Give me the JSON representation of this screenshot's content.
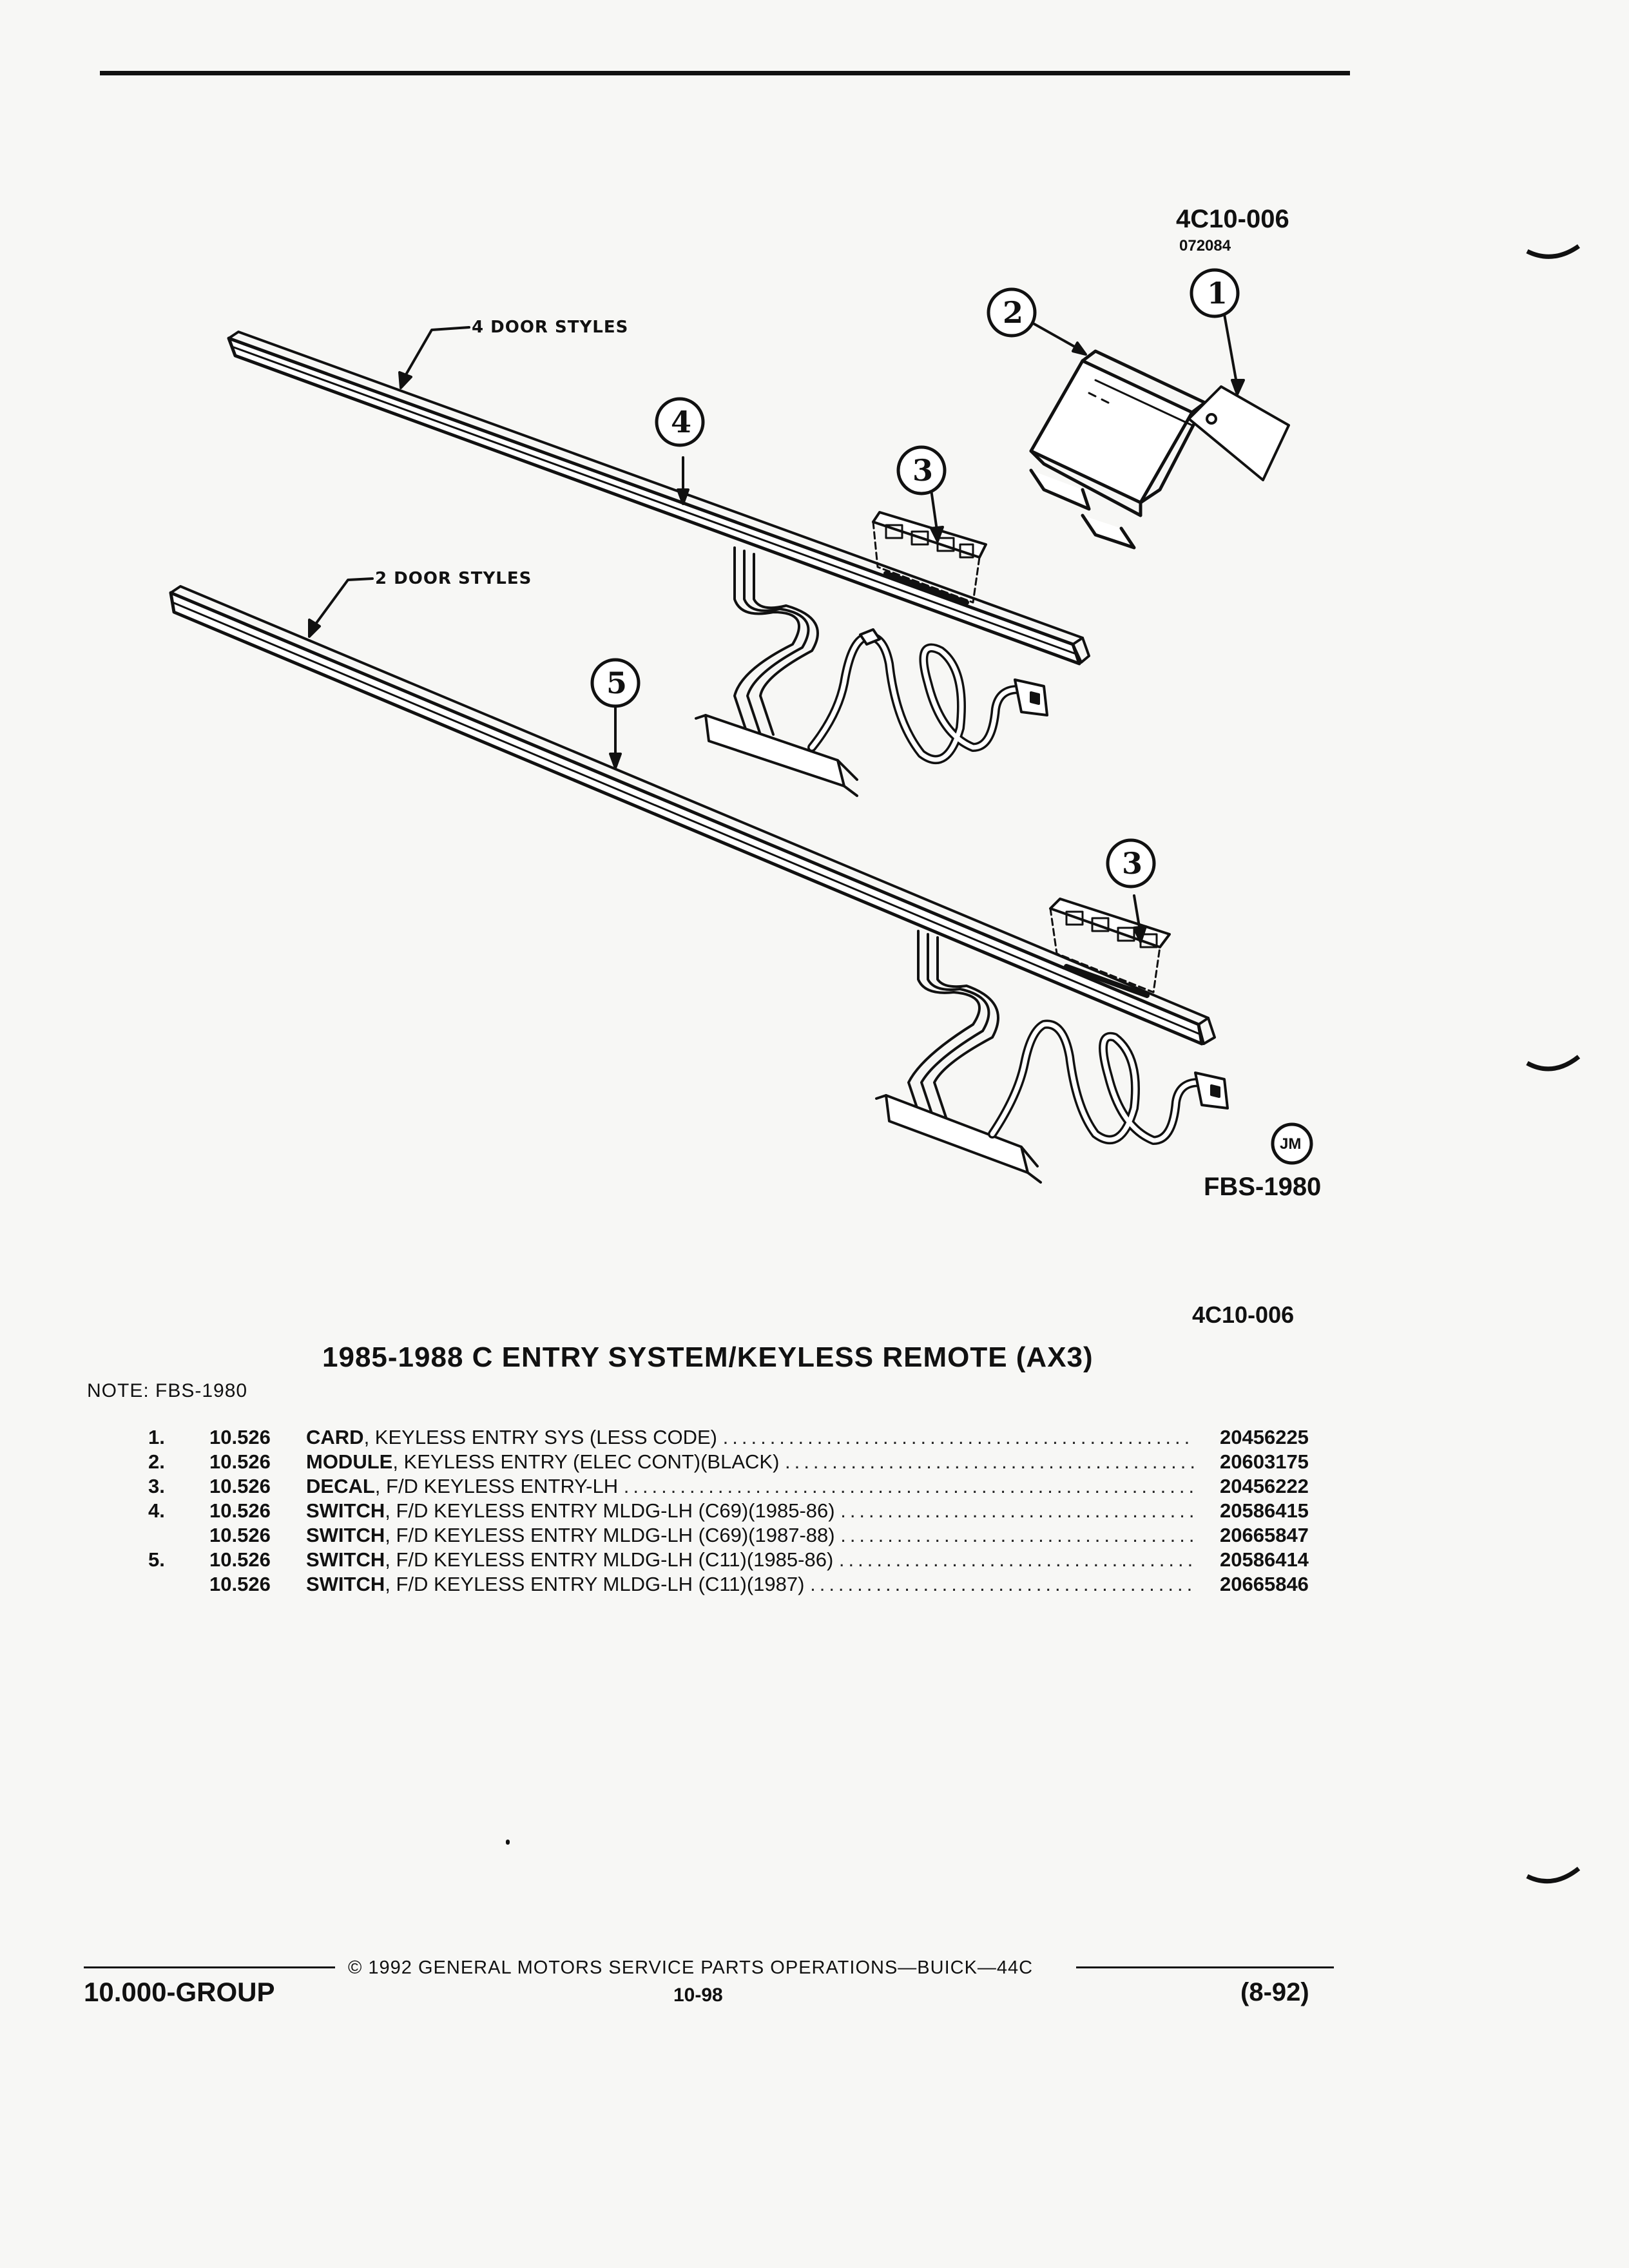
{
  "header": {
    "figure_code": "4C10-006",
    "figure_sub": "072084"
  },
  "diagram": {
    "callouts": [
      "1",
      "2",
      "3",
      "4",
      "5",
      "3"
    ],
    "label_4door": "4 DOOR STYLES",
    "label_2door": "2 DOOR STYLES",
    "logo": "JM",
    "fbs": "FBS-1980",
    "figure_code_bottom": "4C10-006"
  },
  "title": "1985-1988 C ENTRY SYSTEM/KEYLESS REMOTE (AX3)",
  "note": "NOTE: FBS-1980",
  "parts": [
    {
      "num": "1.",
      "group": "10.526",
      "name": "CARD",
      "desc": ", KEYLESS ENTRY SYS (LESS CODE)",
      "part_no": "20456225"
    },
    {
      "num": "2.",
      "group": "10.526",
      "name": "MODULE",
      "desc": ", KEYLESS ENTRY (ELEC CONT)(BLACK)",
      "part_no": "20603175"
    },
    {
      "num": "3.",
      "group": "10.526",
      "name": "DECAL",
      "desc": ", F/D KEYLESS ENTRY-LH",
      "part_no": "20456222"
    },
    {
      "num": "4.",
      "group": "10.526",
      "name": "SWITCH",
      "desc": ", F/D KEYLESS ENTRY MLDG-LH (C69)(1985-86)",
      "part_no": "20586415"
    },
    {
      "num": "",
      "group": "10.526",
      "name": "SWITCH",
      "desc": ", F/D KEYLESS ENTRY MLDG-LH (C69)(1987-88)",
      "part_no": "20665847"
    },
    {
      "num": "5.",
      "group": "10.526",
      "name": "SWITCH",
      "desc": ", F/D KEYLESS ENTRY MLDG-LH (C11)(1985-86)",
      "part_no": "20586414"
    },
    {
      "num": "",
      "group": "10.526",
      "name": "SWITCH",
      "desc": ", F/D KEYLESS ENTRY MLDG-LH (C11)(1987)",
      "part_no": "20665846"
    }
  ],
  "footer": {
    "group": "10.000-GROUP",
    "copyright": "© 1992 GENERAL MOTORS SERVICE PARTS OPERATIONS—BUICK—44C",
    "page": "10-98",
    "revision": "(8-92)"
  }
}
